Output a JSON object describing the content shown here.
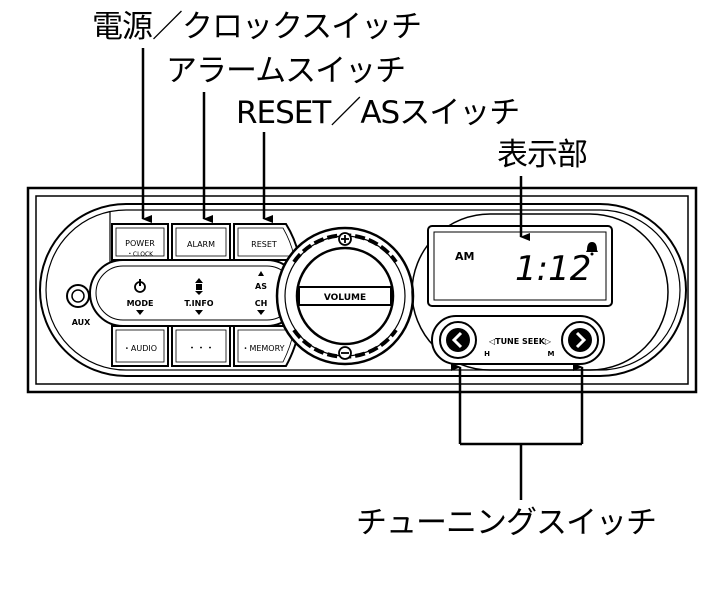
{
  "callouts": {
    "power_clock": "電源／クロックスイッチ",
    "alarm": "アラームスイッチ",
    "reset_as": "RESET／ASスイッチ",
    "display": "表示部",
    "tuning": "チューニングスイッチ"
  },
  "unit": {
    "power": "POWER",
    "clock": "・CLOCK",
    "alarm": "ALARM",
    "reset": "RESET",
    "mode": "MODE",
    "tinfo": "T.INFO",
    "as": "AS",
    "ch": "CH",
    "aux": "AUX",
    "audio": "・AUDIO",
    "dots": "・・・",
    "memory": "・MEMORY",
    "volume": "VOLUME",
    "tune_seek": "◁TUNE SEEK▷",
    "h": "H",
    "m": "M"
  },
  "display": {
    "am": "AM",
    "time": "1:12"
  },
  "icons": {
    "power_icon": "power-icon",
    "tinfo_icon": "traffic-info-icon",
    "as_icon": "up-triangle-icon",
    "volume_plus": "plus-icon",
    "volume_minus": "minus-icon",
    "tune_left": "chevron-left-icon",
    "tune_right": "chevron-right-icon",
    "alarm_bell": "bell-icon",
    "aux_jack": "jack-icon"
  }
}
